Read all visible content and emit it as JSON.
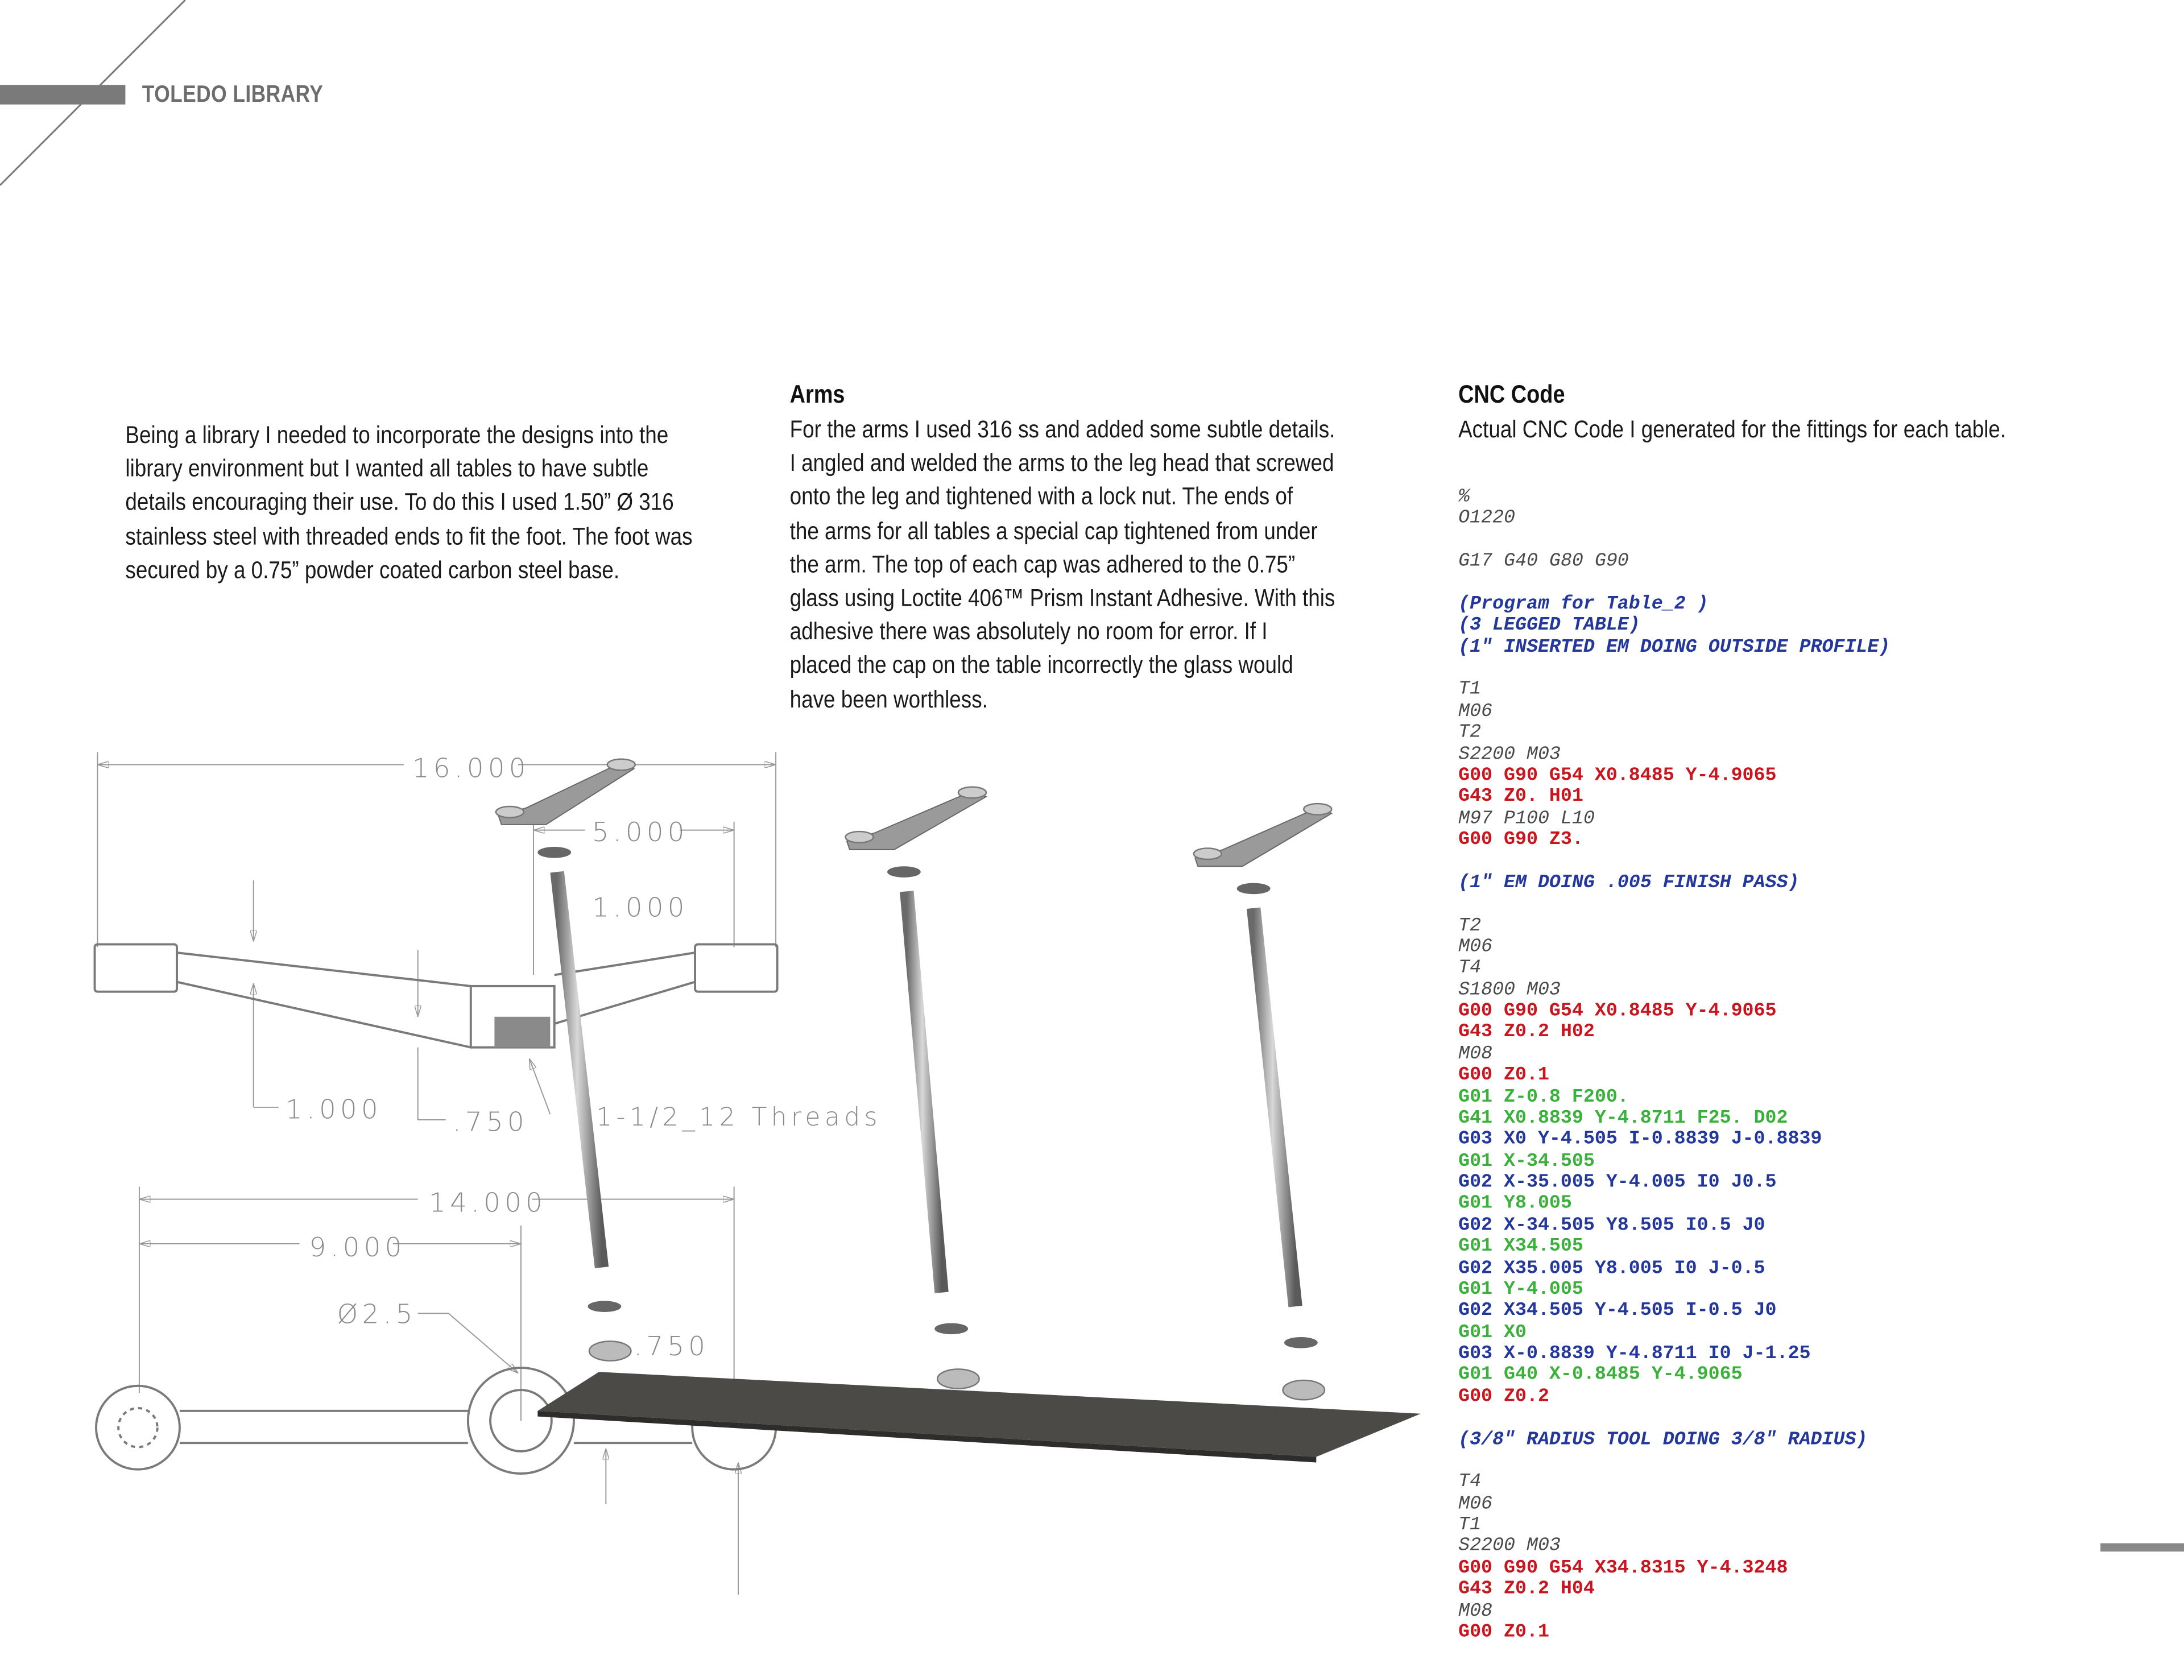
{
  "header": {
    "title": "TOLEDO LIBRARY"
  },
  "intro": {
    "lines": [
      "Being a library I needed to incorporate the designs into the",
      "library environment but I wanted all tables to have subtle",
      "details encouraging their use. To do this I used 1.50” Ø 316",
      "stainless steel with threaded ends to fit the foot. The foot was",
      "secured by a 0.75” powder coated carbon steel base."
    ]
  },
  "arms": {
    "heading": "Arms",
    "lines": [
      "For the arms I used 316 ss and added some subtle details.",
      "I angled and welded the arms to the leg head that screwed",
      "onto the leg and tightened with a lock nut. The ends of",
      "the arms for all tables a special cap tightened from under",
      "the arm. The top of each cap was adhered to the 0.75”",
      "glass using Loctite 406™ Prism Instant Adhesive. With this",
      "adhesive there was absolutely no room for error. If I",
      "placed the cap on the table incorrectly the glass would",
      "have been worthless."
    ]
  },
  "cnc": {
    "heading": "CNC Code",
    "subtitle": "Actual CNC Code I generated for the fittings for each table.",
    "colors": {
      "plain": "#4a4a4a",
      "red": "#c8151e",
      "green": "#3cb03c",
      "blue": "#24379a"
    },
    "lines": [
      {
        "t": "%",
        "s": "plain"
      },
      {
        "t": "O1220",
        "s": "plain"
      },
      {
        "t": "",
        "s": "plain"
      },
      {
        "t": "G17 G40 G80 G90",
        "s": "plain"
      },
      {
        "t": "",
        "s": "plain"
      },
      {
        "t": "(Program for Table_2 )",
        "s": "comment"
      },
      {
        "t": "(3 LEGGED TABLE)",
        "s": "comment"
      },
      {
        "t": "(1\" INSERTED EM DOING OUTSIDE PROFILE)",
        "s": "comment"
      },
      {
        "t": "",
        "s": "plain"
      },
      {
        "t": "T1",
        "s": "plain"
      },
      {
        "t": "M06",
        "s": "plain"
      },
      {
        "t": "T2",
        "s": "plain"
      },
      {
        "t": "S2200 M03",
        "s": "plain"
      },
      {
        "t": "G00 G90 G54 X0.8485 Y-4.9065",
        "s": "red"
      },
      {
        "t": "G43 Z0. H01",
        "s": "red"
      },
      {
        "t": "M97 P100 L10",
        "s": "plain"
      },
      {
        "t": "G00 G90 Z3.",
        "s": "red"
      },
      {
        "t": "",
        "s": "plain"
      },
      {
        "t": "(1\" EM DOING .005 FINISH PASS)",
        "s": "comment"
      },
      {
        "t": "",
        "s": "plain"
      },
      {
        "t": "T2",
        "s": "plain"
      },
      {
        "t": "M06",
        "s": "plain"
      },
      {
        "t": "T4",
        "s": "plain"
      },
      {
        "t": "S1800 M03",
        "s": "plain"
      },
      {
        "t": "G00 G90 G54 X0.8485 Y-4.9065",
        "s": "red"
      },
      {
        "t": "G43 Z0.2 H02",
        "s": "red"
      },
      {
        "t": "M08",
        "s": "plain"
      },
      {
        "t": "G00 Z0.1",
        "s": "red"
      },
      {
        "t": "G01 Z-0.8 F200.",
        "s": "green"
      },
      {
        "t": "G41 X0.8839 Y-4.8711 F25. D02",
        "s": "green"
      },
      {
        "t": "G03 X0 Y-4.505 I-0.8839 J-0.8839",
        "s": "blue"
      },
      {
        "t": "G01 X-34.505",
        "s": "green"
      },
      {
        "t": "G02 X-35.005 Y-4.005 I0 J0.5",
        "s": "blue"
      },
      {
        "t": "G01 Y8.005",
        "s": "green"
      },
      {
        "t": "G02 X-34.505 Y8.505 I0.5 J0",
        "s": "blue"
      },
      {
        "t": "G01 X34.505",
        "s": "green"
      },
      {
        "t": "G02 X35.005 Y8.005 I0 J-0.5",
        "s": "blue"
      },
      {
        "t": "G01 Y-4.005",
        "s": "green"
      },
      {
        "t": "G02 X34.505 Y-4.505 I-0.5 J0",
        "s": "blue"
      },
      {
        "t": "G01 X0",
        "s": "green"
      },
      {
        "t": "G03 X-0.8839 Y-4.8711 I0 J-1.25",
        "s": "blue"
      },
      {
        "t": "G01 G40 X-0.8485 Y-4.9065",
        "s": "green"
      },
      {
        "t": "G00 Z0.2",
        "s": "red"
      },
      {
        "t": "",
        "s": "plain"
      },
      {
        "t": "(3/8\" RADIUS TOOL DOING 3/8\" RADIUS)",
        "s": "comment"
      },
      {
        "t": "",
        "s": "plain"
      },
      {
        "t": "T4",
        "s": "plain"
      },
      {
        "t": "M06",
        "s": "plain"
      },
      {
        "t": "T1",
        "s": "plain"
      },
      {
        "t": "S2200 M03",
        "s": "plain"
      },
      {
        "t": "G00 G90 G54 X34.8315 Y-4.3248",
        "s": "red"
      },
      {
        "t": "G43 Z0.2 H04",
        "s": "red"
      },
      {
        "t": "M08",
        "s": "plain"
      },
      {
        "t": "G00 Z0.1",
        "s": "red"
      }
    ]
  },
  "drawing": {
    "dim_16": "16.000",
    "dim_5": "5.000",
    "dim_1_top": "1.000",
    "dim_1_left": "1.000",
    "dim_750_a": ".750",
    "threads": "1-1/2_12 Threads",
    "dim_14": "14.000",
    "dim_9": "9.000",
    "dia": "Ø2.5",
    "dim_750_b": ".750"
  }
}
